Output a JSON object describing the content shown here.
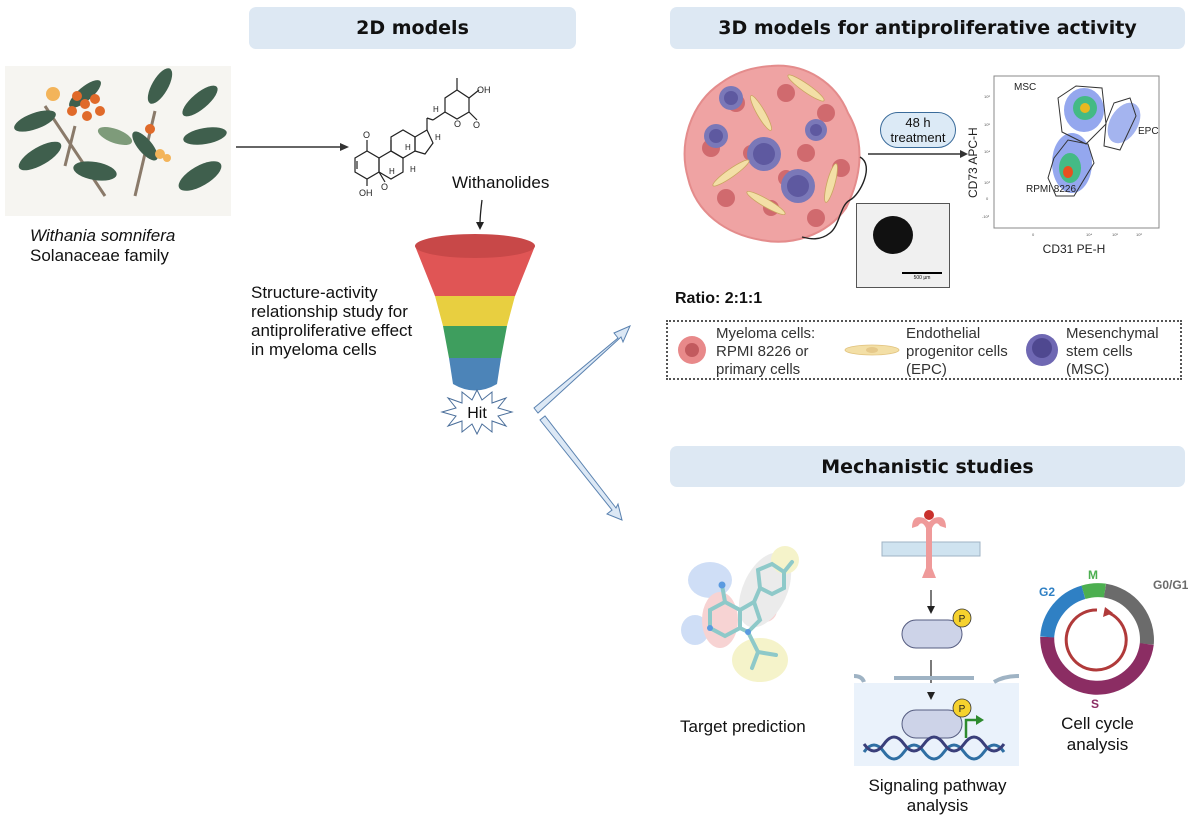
{
  "headers": {
    "two_d": "2D models",
    "three_d": "3D models for antiproliferative activity",
    "mechanistic": "Mechanistic studies"
  },
  "plant": {
    "species": "Withania somnifera",
    "family": "Solanaceae family"
  },
  "compound": {
    "label": "Withanolides",
    "atoms": {
      "oh_top": "OH",
      "oh_bottom": "OH",
      "o_ketone": "O",
      "o_epoxide": "O",
      "o_lactone": "O",
      "o_carbonyl": "O",
      "h1": "H",
      "h2": "H",
      "h3": "H",
      "h4": "H",
      "h5": "H"
    }
  },
  "sar": {
    "lines": [
      "Structure-activity",
      "relationship study for",
      "antiproliferative effect",
      "in myeloma cells"
    ]
  },
  "funnel": {
    "layers": [
      {
        "name": "red",
        "color": "#e05555"
      },
      {
        "name": "yellow",
        "color": "#e8cf40"
      },
      {
        "name": "green",
        "color": "#3e9e5e"
      },
      {
        "name": "blue",
        "color": "#4c84b8"
      }
    ],
    "hit_label": "Hit"
  },
  "treatment": {
    "line1": "48 h",
    "line2": "treatment"
  },
  "microscopy": {
    "scale_bar": "500 µm"
  },
  "flow": {
    "xlabel": "CD31 PE-H",
    "ylabel": "CD73 APC-H",
    "gates": {
      "msc": "MSC",
      "epc": "EPC",
      "rpmi": "RPMI 8226"
    },
    "yticks": [
      "10⁶",
      "10⁵",
      "10⁴",
      "10³",
      "0",
      "-10³"
    ],
    "xticks": [
      "0",
      "10⁴",
      "10⁵",
      "10⁶"
    ]
  },
  "ratio": "Ratio: 2:1:1",
  "legend": [
    {
      "lines": [
        "Myeloma cells:",
        "RPMI 8226 or",
        "primary cells"
      ],
      "color": "#e8898a"
    },
    {
      "lines": [
        "Endothelial",
        "progenitor cells",
        "(EPC)"
      ],
      "color": "#f3dfa6"
    },
    {
      "lines": [
        "Mesenchymal",
        "stem cells",
        "(MSC)"
      ],
      "color": "#6f68b3"
    }
  ],
  "mechanistic": {
    "target": "Target prediction",
    "signaling": [
      "Signaling pathway",
      "analysis"
    ],
    "phospho": "P",
    "cell_cycle": [
      "Cell cycle",
      "analysis"
    ],
    "phases": [
      {
        "label": "M",
        "color": "#4caf50"
      },
      {
        "label": "G0/G1",
        "color": "#6b6b6b"
      },
      {
        "label": "S",
        "color": "#8b2d63"
      },
      {
        "label": "G2",
        "color": "#2f80c4"
      }
    ]
  }
}
